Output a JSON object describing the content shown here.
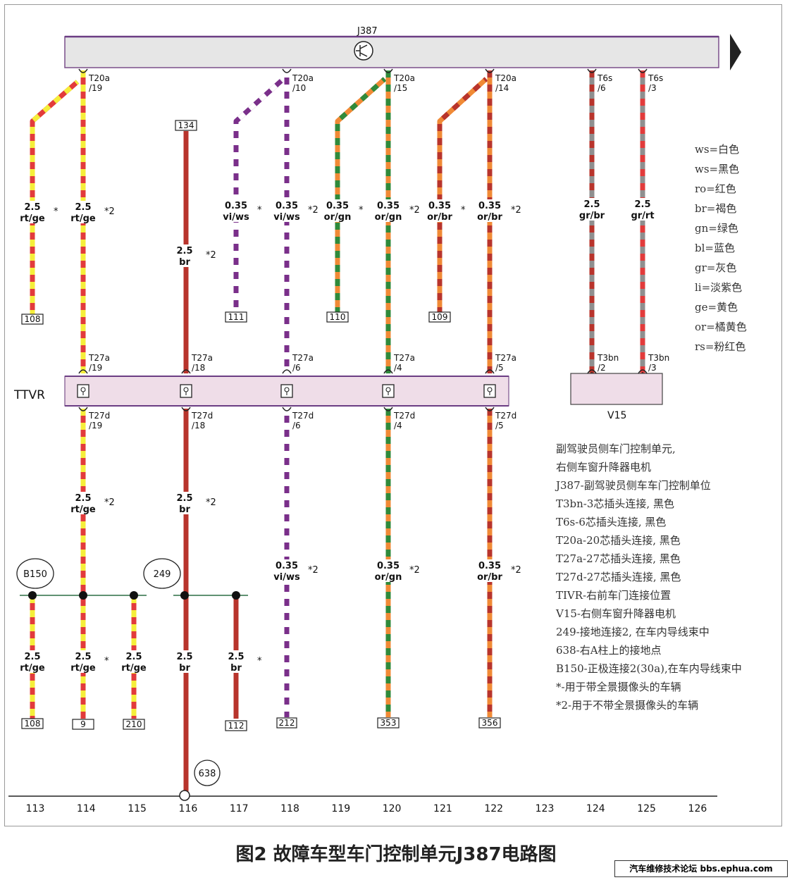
{
  "module_label": "J387",
  "connector_label": "TTVR",
  "motor_label": "V15",
  "colors": {
    "rt": "#e23b3b",
    "ge": "#f5ee3a",
    "br": "#b8342c",
    "vi": "#7a2f8a",
    "ws": "#ffffff",
    "or": "#f08a36",
    "gn": "#2f8a3b",
    "gr": "#8f8f8f",
    "bus_fill": "#e6e6e6",
    "band_fill": "#efdde8"
  },
  "pins_top": [
    "T20a\n/19",
    "T20a\n/10",
    "T20a\n/15",
    "T20a\n/14",
    "T6s\n/6",
    "T6s\n/3"
  ],
  "pins_mid_top": [
    "T27a\n/19",
    "T27a\n/18",
    "T27a\n/6",
    "T27a\n/4",
    "T27a\n/5",
    "T3bn\n/2",
    "T3bn\n/3"
  ],
  "pins_mid_bottom": [
    "T27d\n/19",
    "T27d\n/18",
    "T27d\n/6",
    "T27d\n/4",
    "T27d\n/5"
  ],
  "wire_labels": [
    {
      "size": "2.5",
      "code": "rt/ge",
      "mark": "*"
    },
    {
      "size": "2.5",
      "code": "rt/ge",
      "mark": "*2"
    },
    {
      "size": "2.5",
      "code": "br",
      "mark": "*2"
    },
    {
      "size": "0.35",
      "code": "vi/ws",
      "mark": "*"
    },
    {
      "size": "0.35",
      "code": "vi/ws",
      "mark": "*2"
    },
    {
      "size": "0.35",
      "code": "or/gn",
      "mark": "*"
    },
    {
      "size": "0.35",
      "code": "or/gn",
      "mark": "*2"
    },
    {
      "size": "0.35",
      "code": "or/br",
      "mark": "*"
    },
    {
      "size": "0.35",
      "code": "or/br",
      "mark": "*2"
    },
    {
      "size": "2.5",
      "code": "gr/br",
      "mark": ""
    },
    {
      "size": "2.5",
      "code": "gr/rt",
      "mark": ""
    },
    {
      "size": "2.5",
      "code": "rt/ge",
      "mark": "*2"
    },
    {
      "size": "2.5",
      "code": "br",
      "mark": "*2"
    },
    {
      "size": "0.35",
      "code": "vi/ws",
      "mark": "*2"
    },
    {
      "size": "0.35",
      "code": "or/gn",
      "mark": "*2"
    },
    {
      "size": "0.35",
      "code": "or/br",
      "mark": "*2"
    },
    {
      "size": "2.5",
      "code": "rt/ge",
      "mark": ""
    },
    {
      "size": "2.5",
      "code": "rt/ge",
      "mark": "*"
    },
    {
      "size": "2.5",
      "code": "rt/ge",
      "mark": ""
    },
    {
      "size": "2.5",
      "code": "br",
      "mark": ""
    },
    {
      "size": "2.5",
      "code": "br",
      "mark": "*"
    }
  ],
  "refs_upper": [
    "134",
    "108",
    "111",
    "110",
    "109"
  ],
  "refs_bottom": [
    "108",
    "9",
    "210",
    "112",
    "212",
    "353",
    "356"
  ],
  "nodes": [
    "B150",
    "249",
    "638"
  ],
  "columns": [
    "113",
    "114",
    "115",
    "116",
    "117",
    "118",
    "119",
    "120",
    "121",
    "122",
    "123",
    "124",
    "125",
    "126"
  ],
  "legend": [
    "ws=白色",
    "ws=黑色",
    "ro=红色",
    "br=褐色",
    "gn=绿色",
    "bl=蓝色",
    "gr=灰色",
    "li=淡紫色",
    "ge=黄色",
    "or=橘黄色",
    "rs=粉红色"
  ],
  "notes": [
    "副驾驶员侧车门控制单元,",
    "右侧车窗升降器电机",
    "J387-副驾驶员侧车车门控制单位",
    "T3bn-3芯插头连接, 黑色",
    "T6s-6芯插头连接, 黑色",
    "T20a-20芯插头连接, 黑色",
    "T27a-27芯插头连接, 黑色",
    "T27d-27芯插头连接, 黑色",
    "TIVR-右前车门连接位置",
    "V15-右侧车窗升降器电机",
    "249-接地连接2, 在车内导线束中",
    "638-右A柱上的接地点",
    "B150-正极连接2(30a),在车内导线束中",
    "*-用于带全景摄像头的车辆",
    "*2-用于不带全景摄像头的车辆"
  ],
  "caption": "图2 故障车型车门控制单元J387电路图",
  "watermark": "汽车维修技术论坛 bbs.ephua.com"
}
